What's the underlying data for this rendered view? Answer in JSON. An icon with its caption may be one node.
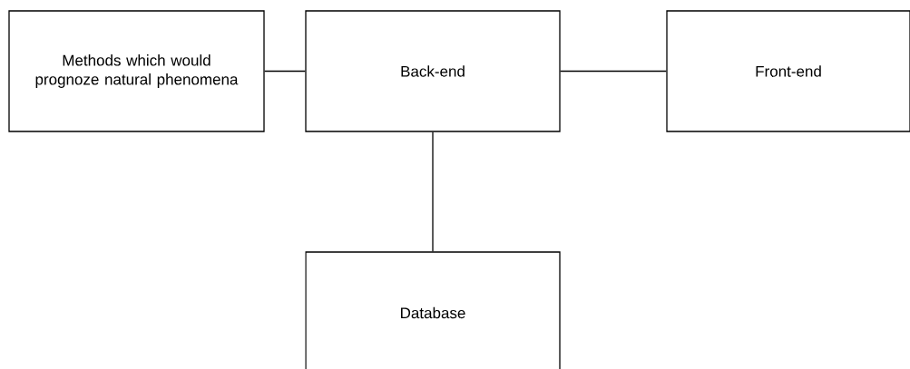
{
  "diagram": {
    "nodes": [
      {
        "text": [
          "Methods which would prognoze natural phenomena"
        ]
      },
      {
        "text": [
          "Back-end"
        ]
      },
      {
        "text": [
          "Front-end"
        ]
      },
      {
        "text": [
          "Database"
        ]
      }
    ],
    "edges": [
      {
        "from": 0,
        "to": 1,
        "arrow": "none"
      },
      {
        "from": 1,
        "to": 2,
        "arrow": "none"
      },
      {
        "from": 1,
        "to": 3,
        "arrow": "none"
      }
    ]
  }
}
